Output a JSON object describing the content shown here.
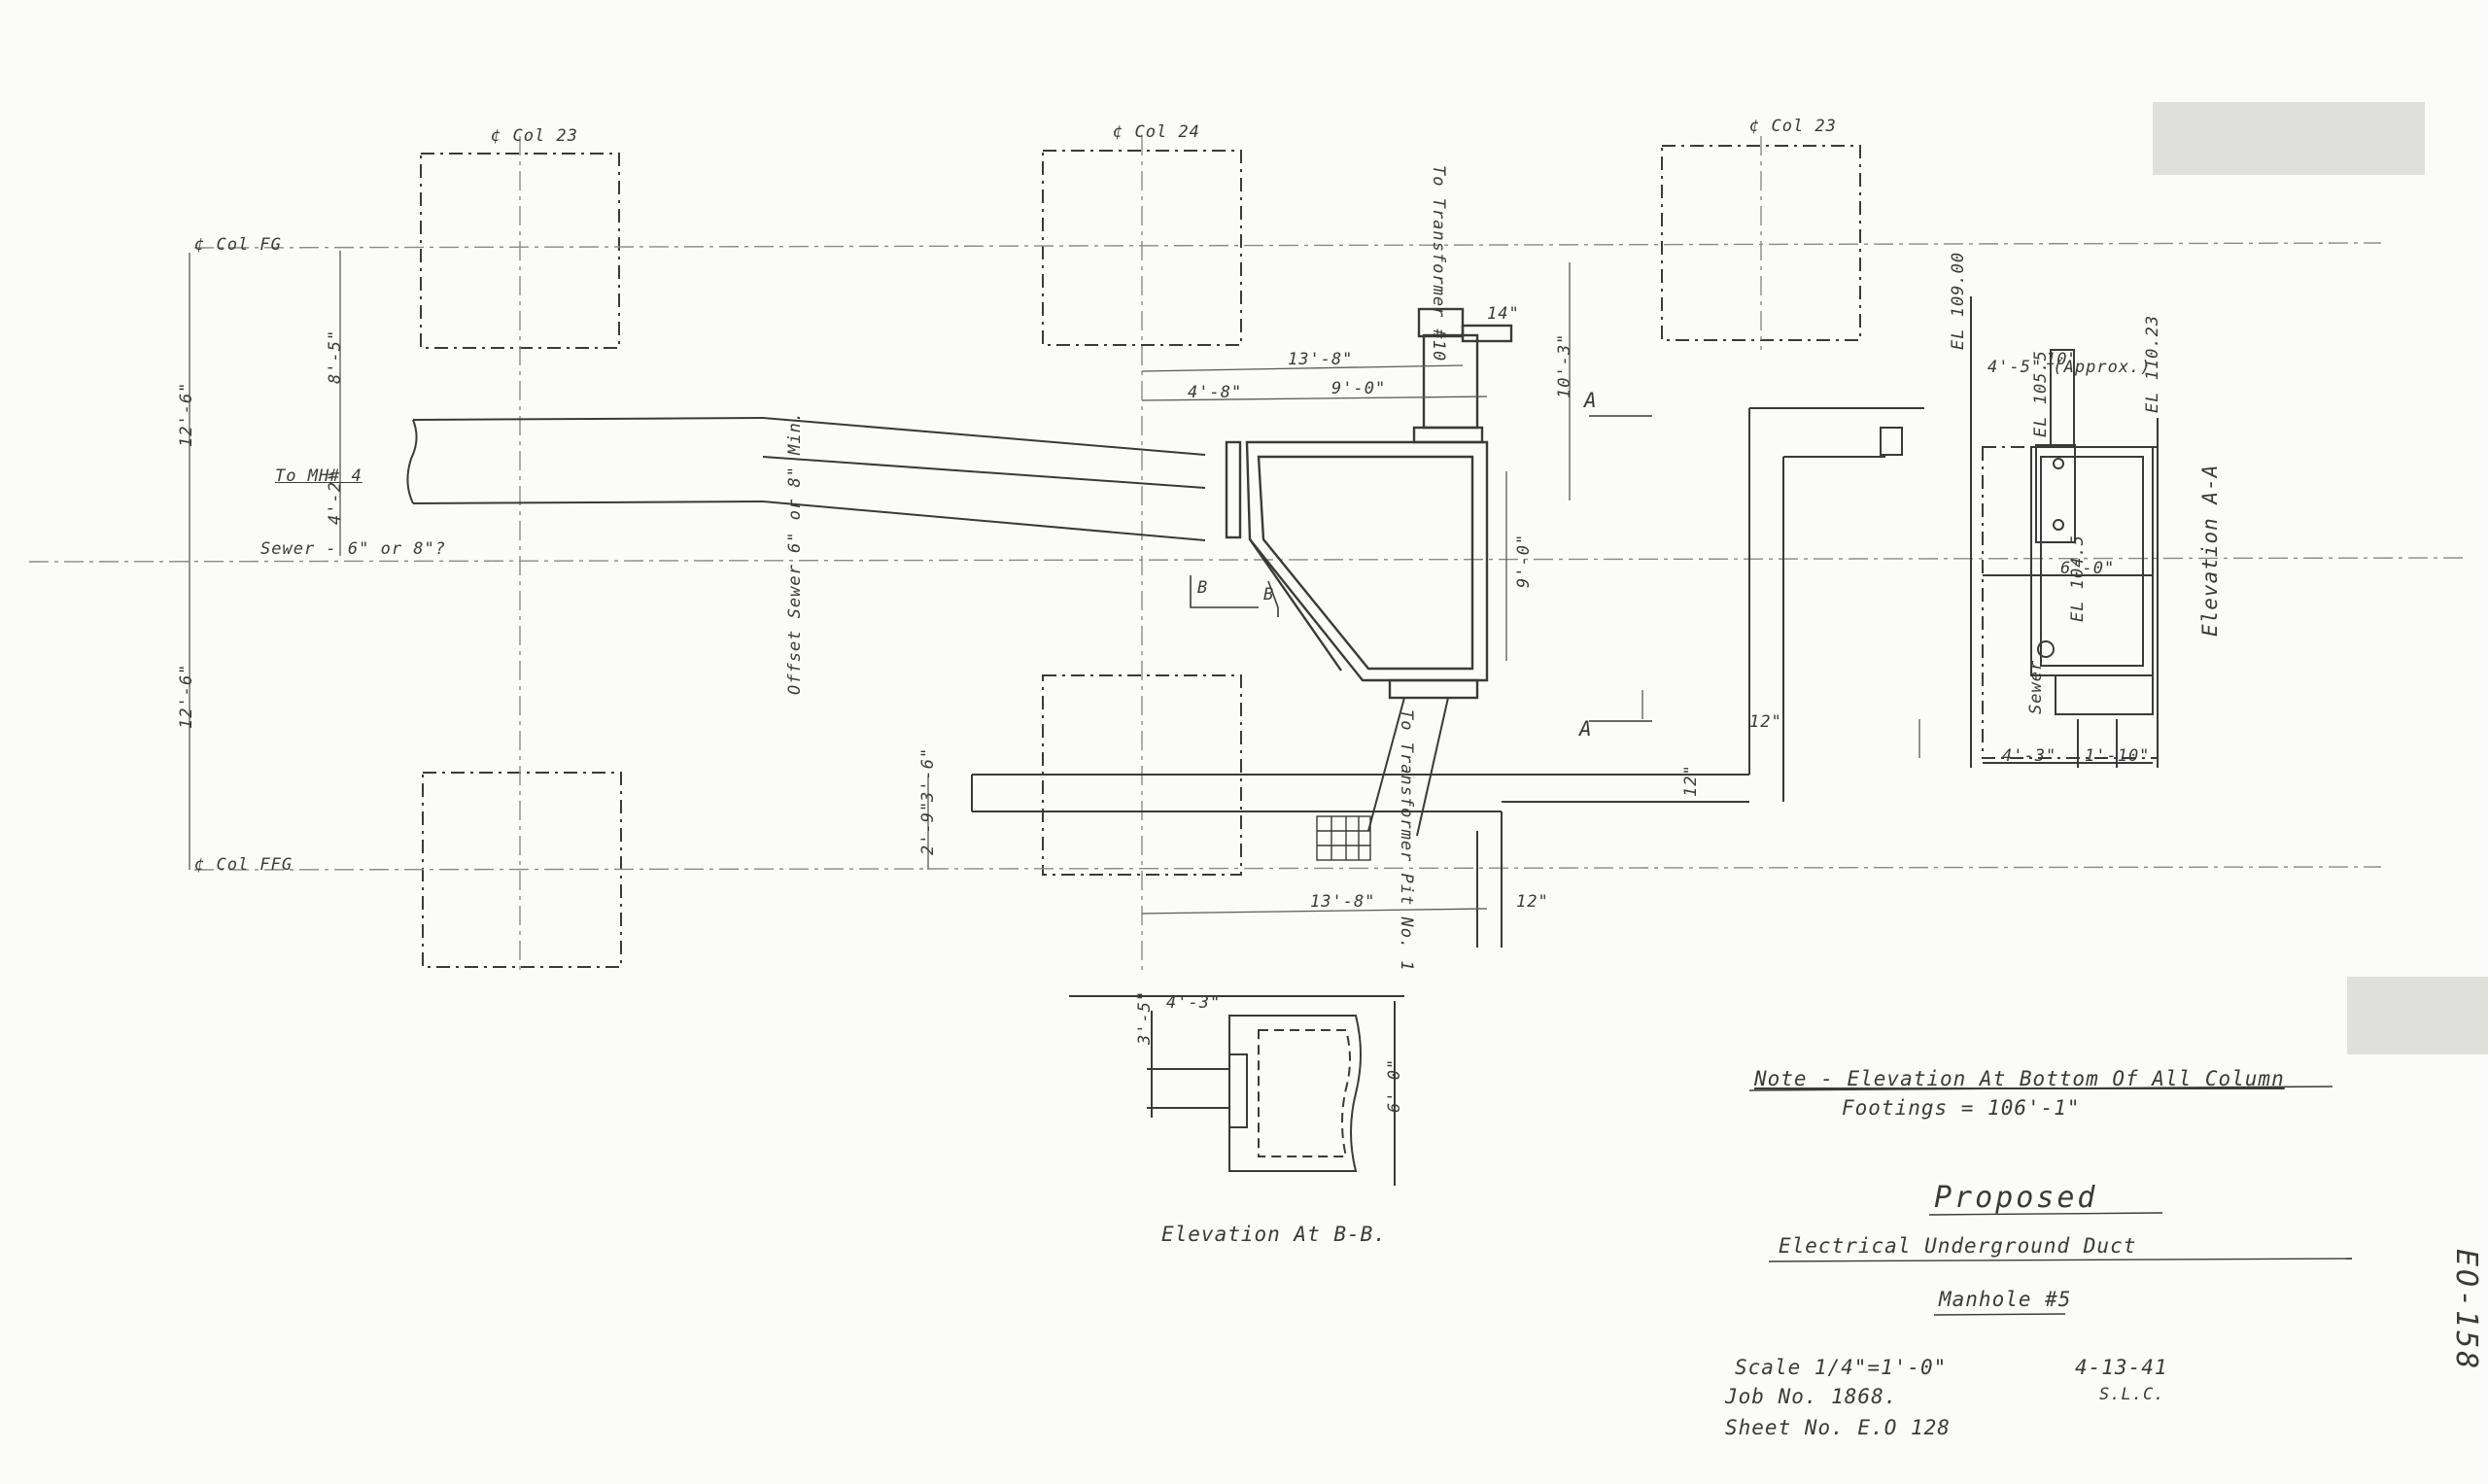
{
  "labels": {
    "col_23_left": "¢ Col 23",
    "col_24": "¢ Col 24",
    "col_23_right": "¢ Col 23",
    "col_fg": "¢ Col FG",
    "col_ffg": "¢ Col FFG",
    "to_mh4": "To MH# 4",
    "sewer": "Sewer - 6\" or 8\"?",
    "to_transformer": "To Transformer #10",
    "dim_13_8_top": "13'-8\"",
    "dim_4_8": "4'-8\"",
    "dim_9_0_top": "9'-0\"",
    "dim_10_3": "10'-3\"",
    "dim_9_0_right": "9'-0\"",
    "dim_12_6_upper": "12'-6\"",
    "dim_12_6_lower": "12'-6\"",
    "dim_8_5": "8'-5\"",
    "dim_4_2": "4'-2\"",
    "dim_13_8_bottom": "13'-8\"",
    "dim_12_a": "12\"",
    "dim_12_b": "12\"",
    "dim_12_c": "12\"",
    "dim_14": "14\"",
    "dim_2_9": "2'-9\"",
    "dim_3_6": "3'-6\"",
    "dim_6_0": "6'-0\"",
    "dim_3_5": "3'-5\"",
    "dim_4_3": "4'-3\"",
    "dim_1_10": "1'-10\"",
    "dim_6_0_aa": "6'-0\"",
    "dim_4_3_aa": "4'-3\"",
    "dim_10": "10\"",
    "section_a_top": "A",
    "section_a_bottom": "A",
    "section_b_left": "B",
    "section_b_right": "B",
    "el_109": "EL 109.00",
    "el_110": "EL 110.23",
    "el_105": "EL 105.5",
    "el_104": "EL 104.5",
    "approx": "4'-5\" (Approx.)",
    "offset_sewer": "Offset Sewer 6\" or 8\" Min.",
    "to_transformer_2": "To Transformer Pit No. 1",
    "sewer_aa": "Sewer",
    "elevation_aa": "Elevation A-A",
    "elevation_bb": "Elevation At B-B.",
    "note_line1": "Note - Elevation At Bottom Of All Column",
    "note_line2": "Footings = 106'-1\"",
    "title_proposed": "Proposed",
    "title_line2": "Electrical Underground Duct",
    "title_line3": "Manhole #5",
    "scale": "Scale 1/4\"=1'-0\"",
    "job": "Job No. 1868.",
    "sheet": "Sheet No. E.O 128",
    "date": "4-13-41",
    "initials": "S.L.C.",
    "drawing_no": "EO-158"
  },
  "colors": {
    "paper": "#fbfbf9",
    "ink": "#3a3a3a",
    "faint": "#8a8a88"
  }
}
